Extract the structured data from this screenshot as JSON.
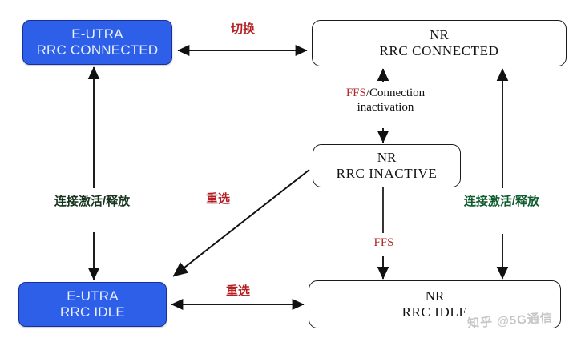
{
  "diagram": {
    "title": "RRC state transitions between E-UTRA and NR",
    "colors": {
      "lte_fill": "#2d5fe8",
      "lte_text": "#e8f0ff",
      "nr_fill": "#ffffff",
      "nr_stroke": "#1a1a1a",
      "label_red": "#b41f24",
      "label_green": "#0f5c2e",
      "edge": "#111111"
    },
    "nodes": [
      {
        "id": "eutra-connected",
        "line1": "E-UTRA",
        "line2": "RRC CONNECTED",
        "style": "lte"
      },
      {
        "id": "nr-connected",
        "line1": "NR",
        "line2": "RRC  CONNECTED",
        "style": "nr"
      },
      {
        "id": "nr-inactive",
        "line1": "NR",
        "line2": "RRC  INACTIVE",
        "style": "nr"
      },
      {
        "id": "eutra-idle",
        "line1": "E-UTRA",
        "line2": "RRC IDLE",
        "style": "lte"
      },
      {
        "id": "nr-idle",
        "line1": "NR",
        "line2": "RRC  IDLE",
        "style": "nr"
      }
    ],
    "labels": {
      "handover": "切换",
      "ffs_connection_inactivation_1": "FFS",
      "ffs_connection_inactivation_2": "/Connection",
      "ffs_connection_inactivation_3": "inactivation",
      "connection_activate_release_left": "连接激活/释放",
      "connection_activate_release_right": "连接激活/释放",
      "reselection_diagonal": "重选",
      "reselection_bottom": "重选",
      "ffs_idle": "FFS"
    },
    "watermark": "知乎 @5G通信"
  }
}
